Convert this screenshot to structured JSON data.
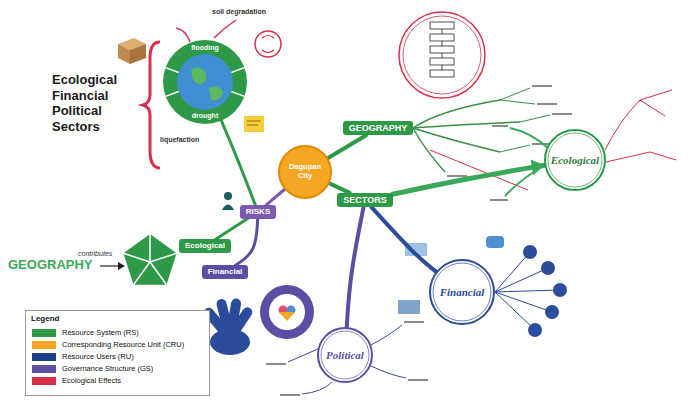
{
  "diagram": {
    "title": "Ecological Financial Political Sectors",
    "nodes": [
      {
        "text": [
          "Dagupan City"
        ]
      },
      {
        "text": [
          "GEOGRAPHY"
        ]
      },
      {
        "text": [
          "SECTORS"
        ]
      },
      {
        "text": [
          "RISKS"
        ]
      },
      {
        "text": [
          "flooding",
          "drought"
        ]
      },
      {
        "text": [
          "Ecological"
        ]
      },
      {
        "text": [
          "Financial"
        ]
      },
      {
        "text": [
          "Ecological"
        ]
      },
      {
        "text": [
          "Financial"
        ]
      },
      {
        "text": [
          "Political"
        ]
      }
    ],
    "edges": [
      {
        "from": 0,
        "to": 1,
        "arrow": "none"
      },
      {
        "from": 0,
        "to": 2,
        "arrow": "none"
      },
      {
        "from": 0,
        "to": 3,
        "arrow": "none"
      },
      {
        "from": 3,
        "to": 4,
        "arrow": "none"
      },
      {
        "from": 3,
        "to": 5,
        "arrow": "none"
      },
      {
        "from": 3,
        "to": 6,
        "arrow": "none"
      },
      {
        "from": 2,
        "to": 7,
        "arrow": "to"
      },
      {
        "from": 2,
        "to": 8,
        "arrow": "none"
      },
      {
        "from": 2,
        "to": 9,
        "arrow": "none"
      }
    ],
    "labels": [
      "soil degradation",
      "liquefaction",
      "GEOGRAPHY",
      "contributes",
      "Legend"
    ],
    "legend": [
      {
        "text": "Resource System (RS)",
        "color": "#2e9a48"
      },
      {
        "text": "Corresponding Resource Unit (CRU)",
        "color": "#f5a623"
      },
      {
        "text": "Resource Users (RU)",
        "color": "#1b3f8b"
      },
      {
        "text": "Governance Structure (GS)",
        "color": "#5b4ea3"
      },
      {
        "text": "Ecological Effects",
        "color": "#d6304a"
      }
    ]
  }
}
